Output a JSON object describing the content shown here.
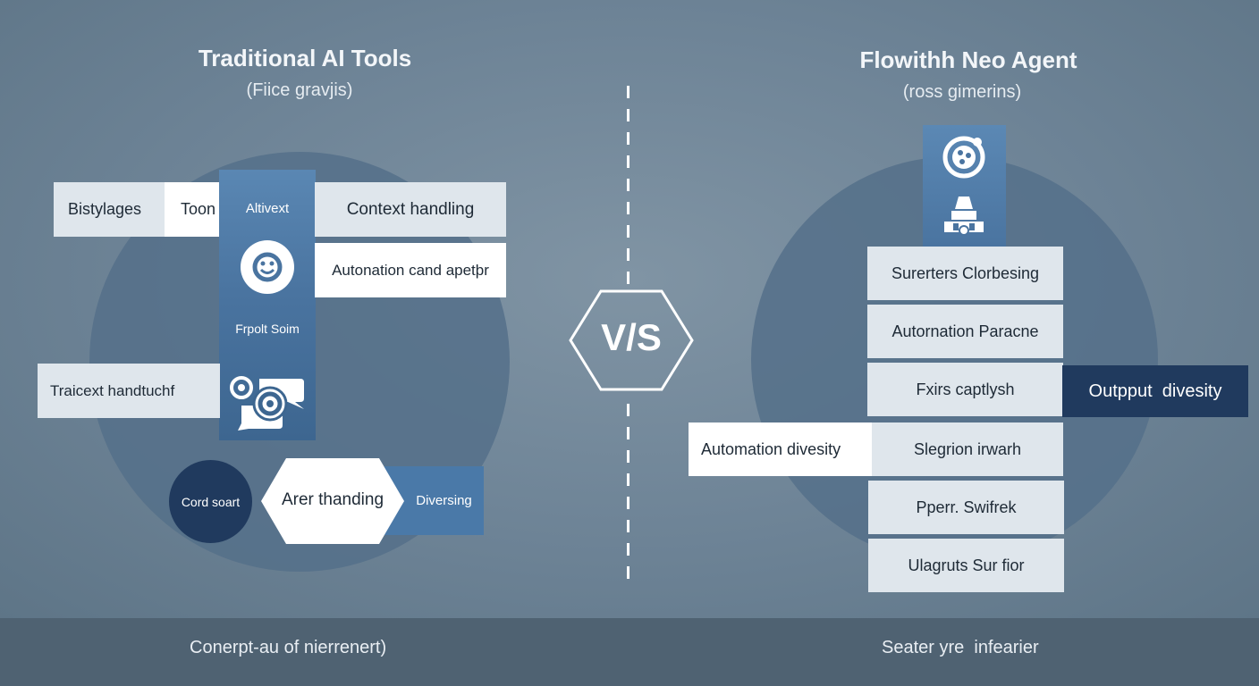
{
  "left": {
    "title": "Traditional AI Tools",
    "subtitle": "(Fiice gravjis)",
    "items": {
      "bistylages": "Bistylages",
      "toon": "Toon",
      "altivext": "Altivext",
      "context_handling": "Context handling",
      "automation_apetr": "Autonation cand apetþr",
      "frpolt_soim": "Frpolt Soim",
      "traicext": "Traicext handtuchf",
      "cord_soart": "Cord soart",
      "arer_thanding": "Arer thanding",
      "diversing": "Diversing"
    },
    "footer": "Conerpt-au of nierrenert)"
  },
  "center": {
    "vs_label": "V/S"
  },
  "right": {
    "title": "Flowithh Neo Agent",
    "subtitle": "(ross gimerins)",
    "items": [
      "Surerters Clorbesing",
      "Autornation Paracne",
      "Fxirs captlysh",
      "Slegrion irwarh",
      "Pperr. Swifrek",
      "Ulagruts Sur fior"
    ],
    "automation_divesity": "Automation divesity",
    "output_divesity": "Outpput  divesity",
    "footer": "Seater yre  infearier"
  },
  "colors": {
    "background": "#6d8396",
    "footer_band": "#4f6272",
    "circle": "#536d82",
    "panel_blue": "#4a74a0",
    "navy": "#203a5e",
    "card_light": "#dfe6ec",
    "card_white": "#ffffff"
  },
  "icons": [
    "smile-face-icon",
    "camera-chat-icon",
    "film-reel-icon",
    "robot-icon",
    "hexagon-icon"
  ]
}
